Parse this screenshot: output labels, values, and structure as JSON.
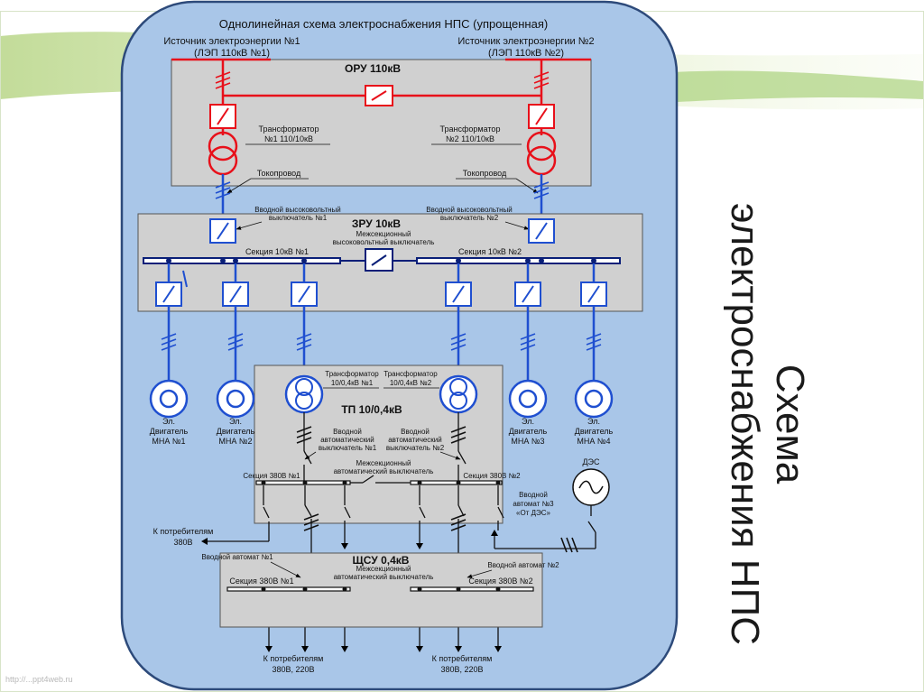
{
  "page_title": "Однолинейная схема электроснабжения НПС (упрощенная)",
  "side_title": {
    "line1": "Схема",
    "line2": "электроснабжения НПС"
  },
  "sources": {
    "s1_line1": "Источник электроэнергии №1",
    "s1_line2": "(ЛЭП 110кВ №1)",
    "s2_line1": "Источник электроэнергии №2",
    "s2_line2": "(ЛЭП 110кВ №2)"
  },
  "oru": {
    "title": "ОРУ 110кВ",
    "t1_line1": "Трансформатор",
    "t1_line2": "№1 110/10кВ",
    "t2_line1": "Трансформатор",
    "t2_line2": "№2 110/10кВ",
    "busduct1": "Токопровод",
    "busduct2": "Токопровод"
  },
  "zru": {
    "title": "ЗРУ 10кВ",
    "in1_line1": "Вводной высоковольтный",
    "in1_line2": "выключатель №1",
    "in2_line1": "Вводной высоковольтный",
    "in2_line2": "выключатель №2",
    "tie_line1": "Межсекционный",
    "tie_line2": "высоковольтный выключатель",
    "sec1": "Секция 10кВ №1",
    "sec2": "Секция 10кВ №2"
  },
  "motors": {
    "m1_l1": "Эл.",
    "m1_l2": "Двигатель",
    "m1_l3": "МНА №1",
    "m2_l1": "Эл.",
    "m2_l2": "Двигатель",
    "m2_l3": "МНА №2",
    "m3_l1": "Эл.",
    "m3_l2": "Двигатель",
    "m3_l3": "МНА №3",
    "m4_l1": "Эл.",
    "m4_l2": "Двигатель",
    "m4_l3": "МНА №4"
  },
  "tp": {
    "title": "ТП 10/0,4кВ",
    "tr1_l1": "Трансформатор",
    "tr1_l2": "10/0,4кВ №1",
    "tr2_l1": "Трансформатор",
    "tr2_l2": "10/0,4кВ №2",
    "in1_l1": "Вводной",
    "in1_l2": "автоматический",
    "in1_l3": "выключатель №1",
    "in2_l1": "Вводной",
    "in2_l2": "автоматический",
    "in2_l3": "выключатель №2",
    "tie_l1": "Межсекционный",
    "tie_l2": "автоматический выключатель",
    "sec1": "Секция 380В №1",
    "sec2": "Секция 380В №2"
  },
  "des": {
    "label": "ДЭС",
    "in_l1": "Вводной",
    "in_l2": "автомат №3",
    "in_l3": "«От ДЭС»"
  },
  "consumers_mid": {
    "l1": "К потребителям",
    "l2": "380В"
  },
  "shsu": {
    "title": "ЩСУ 0,4кВ",
    "in1": "Вводной автомат №1",
    "in2": "Вводной автомат №2",
    "tie_l1": "Межсекционный",
    "tie_l2": "автоматический выключатель",
    "sec1": "Секция 380В №1",
    "sec2": "Секция 380В №2"
  },
  "consumers_bottom": {
    "left_l1": "К потребителям",
    "left_l2": "380В, 220В",
    "right_l1": "К потребителям",
    "right_l2": "380В, 220В"
  },
  "watermark": "http://...ppt4web.ru",
  "colors": {
    "panel": "#a9c6e8",
    "panel_border": "#2d4a7a",
    "box": "#d0d0d0",
    "red": "#e8101a",
    "blue": "#1f4fd0",
    "bus": "#0a1f78"
  }
}
